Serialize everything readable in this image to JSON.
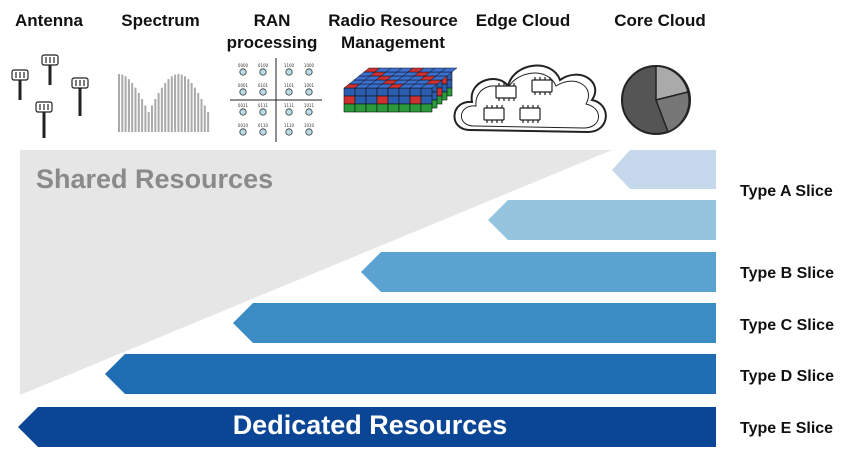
{
  "headers": {
    "antenna": "Antenna",
    "spectrum": "Spectrum",
    "ran": "RAN\nprocessing",
    "rrm": "Radio Resource\nManagement",
    "edge": "Edge Cloud",
    "core": "Core Cloud"
  },
  "regions": {
    "shared": "Shared Resources",
    "dedicated": "Dedicated Resources"
  },
  "slices": [
    {
      "label": "Type A Slice"
    },
    {
      "label": "Type B Slice"
    },
    {
      "label": "Type C Slice"
    },
    {
      "label": "Type D Slice"
    },
    {
      "label": "Type E Slice"
    }
  ],
  "icons": {
    "antenna": "antenna-icon",
    "spectrum": "spectrum-icon",
    "ran": "constellation-grid-icon",
    "rrm": "resource-block-cube-icon",
    "edge": "cloud-chips-icon",
    "core": "pie-disc-icon"
  },
  "ran_grid_labels": [
    "0000",
    "0100",
    "1100",
    "1000",
    "0001",
    "0101",
    "1101",
    "1001",
    "0011",
    "0111",
    "1111",
    "1011",
    "0010",
    "0110",
    "1110",
    "1010"
  ],
  "colors": {
    "shared_bg": "#e6e6e6",
    "bar_1": "#c6d9ec",
    "bar_2": "#95c4df",
    "bar_3": "#5aa3d0",
    "bar_4": "#3b8cc4",
    "bar_5": "#1f6eb3",
    "bar_6": "#0b4595"
  }
}
